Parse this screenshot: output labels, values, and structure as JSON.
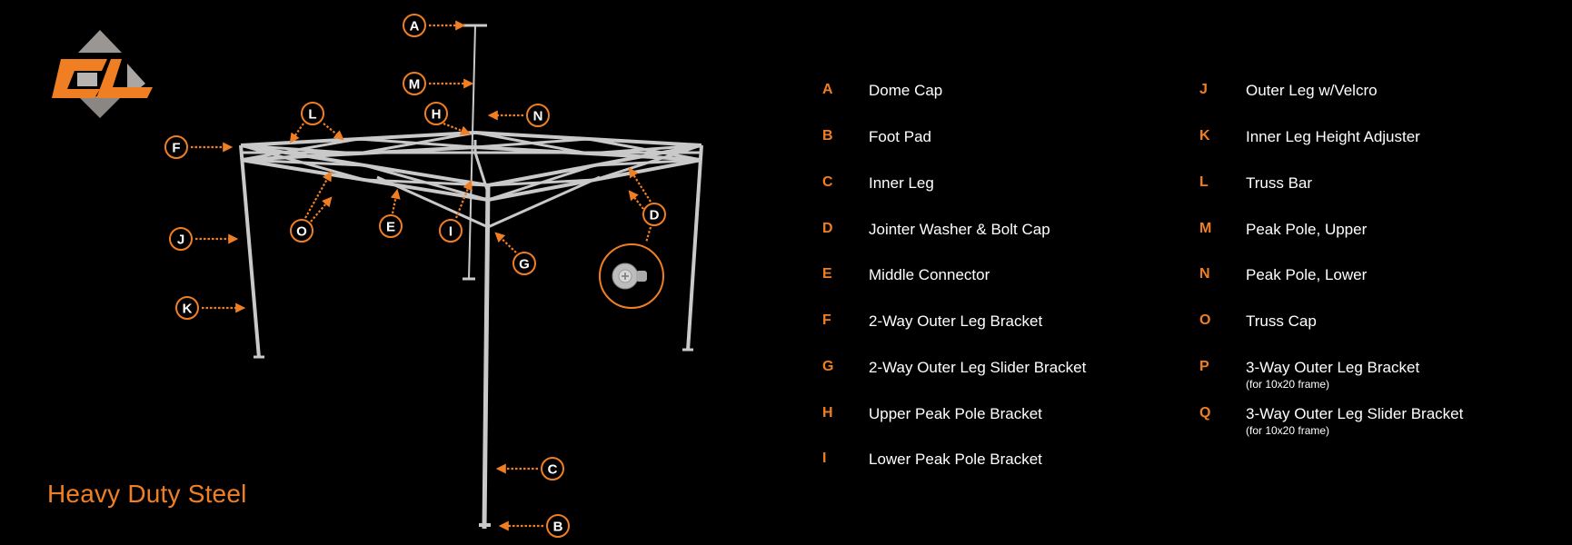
{
  "title": "Heavy Duty Steel",
  "colors": {
    "accent": "#f07f24",
    "frame": "#c9c9c9",
    "background": "#000000"
  },
  "logo": {
    "text": "CIL",
    "icon": "cil-diamond-logo"
  },
  "legend": {
    "column1": [
      {
        "letter": "A",
        "label": "Dome Cap"
      },
      {
        "letter": "B",
        "label": "Foot Pad"
      },
      {
        "letter": "C",
        "label": "Inner Leg"
      },
      {
        "letter": "D",
        "label": "Jointer Washer & Bolt Cap"
      },
      {
        "letter": "E",
        "label": "Middle Connector"
      },
      {
        "letter": "F",
        "label": "2-Way Outer Leg Bracket"
      },
      {
        "letter": "G",
        "label": "2-Way Outer Leg Slider Bracket"
      },
      {
        "letter": "H",
        "label": "Upper Peak Pole Bracket"
      },
      {
        "letter": "I",
        "label": "Lower Peak Pole Bracket"
      }
    ],
    "column2": [
      {
        "letter": "J",
        "label": "Outer Leg w/Velcro"
      },
      {
        "letter": "K",
        "label": "Inner Leg Height Adjuster"
      },
      {
        "letter": "L",
        "label": "Truss Bar"
      },
      {
        "letter": "M",
        "label": "Peak Pole, Upper"
      },
      {
        "letter": "N",
        "label": "Peak Pole, Lower"
      },
      {
        "letter": "O",
        "label": "Truss Cap"
      },
      {
        "letter": "P",
        "label": "3-Way Outer Leg Bracket",
        "note": "(for 10x20 frame)"
      },
      {
        "letter": "Q",
        "label": "3-Way Outer Leg Slider Bracket",
        "note": "(for 10x20 frame)"
      }
    ]
  },
  "callouts": [
    "A",
    "M",
    "N",
    "H",
    "L",
    "F",
    "J",
    "K",
    "O",
    "E",
    "I",
    "G",
    "D",
    "C",
    "B"
  ]
}
